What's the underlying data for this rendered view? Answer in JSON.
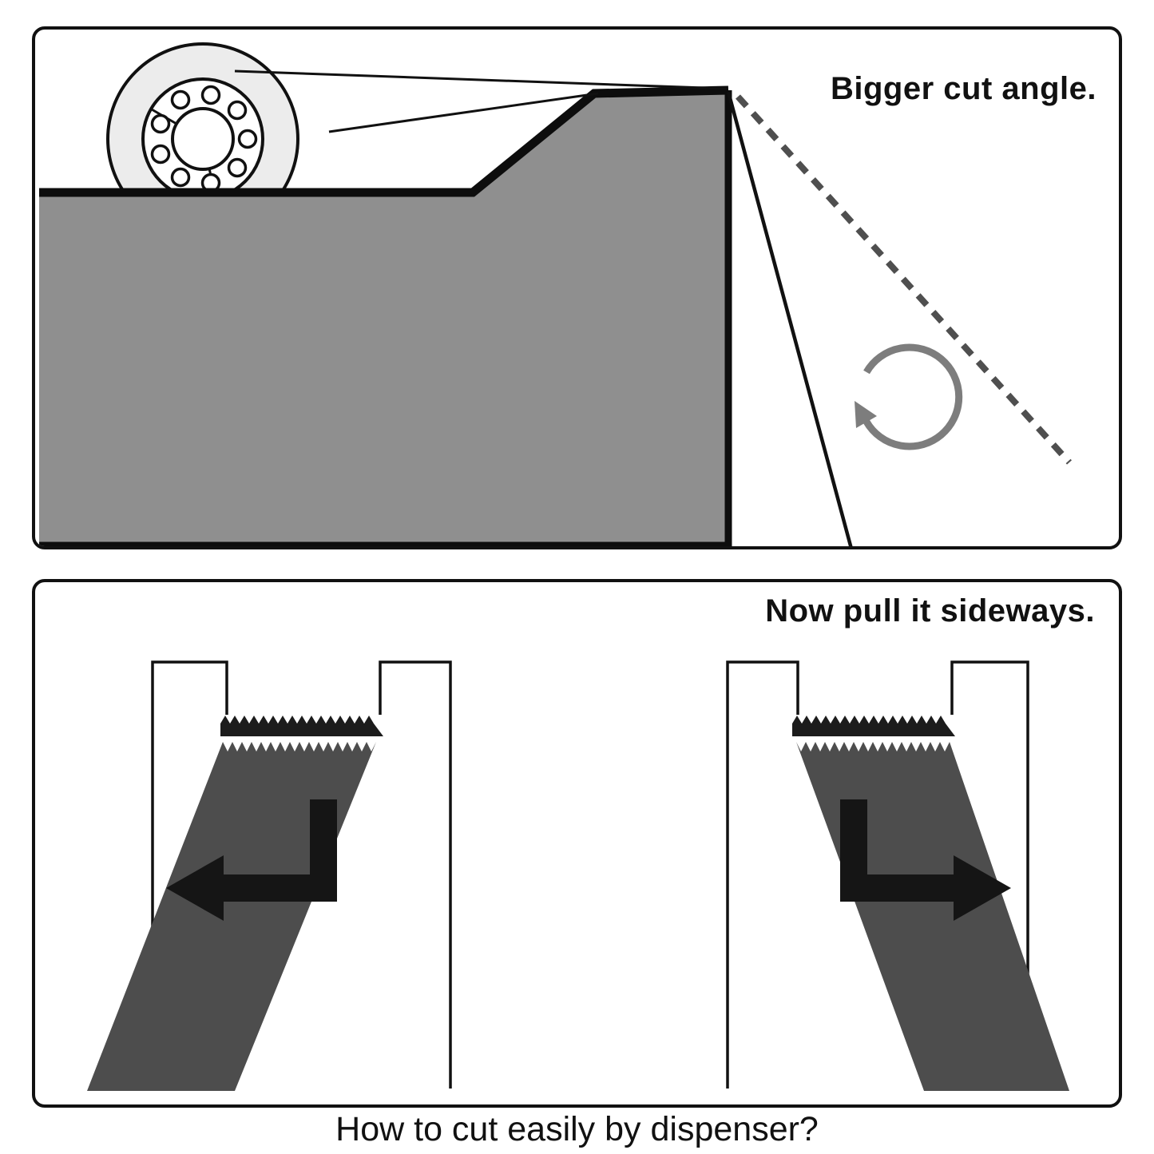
{
  "document": {
    "type": "instruction-diagram",
    "caption": "How to cut easily by dispenser?"
  },
  "top_panel": {
    "label": "Bigger cut angle."
  },
  "bottom_panel": {
    "label": "Now pull it sideways."
  },
  "colors": {
    "ink": "#111111",
    "body_gray": "#8f8f8f",
    "roll_gray": "#ececec",
    "roll_white": "#ffffff",
    "tape_gray": "#4d4d4d",
    "blade_black": "#1c1c1c",
    "arrow_black": "#151515",
    "rotation_gray": "#7d7d7d",
    "dash_gray": "#4f4f4f"
  }
}
